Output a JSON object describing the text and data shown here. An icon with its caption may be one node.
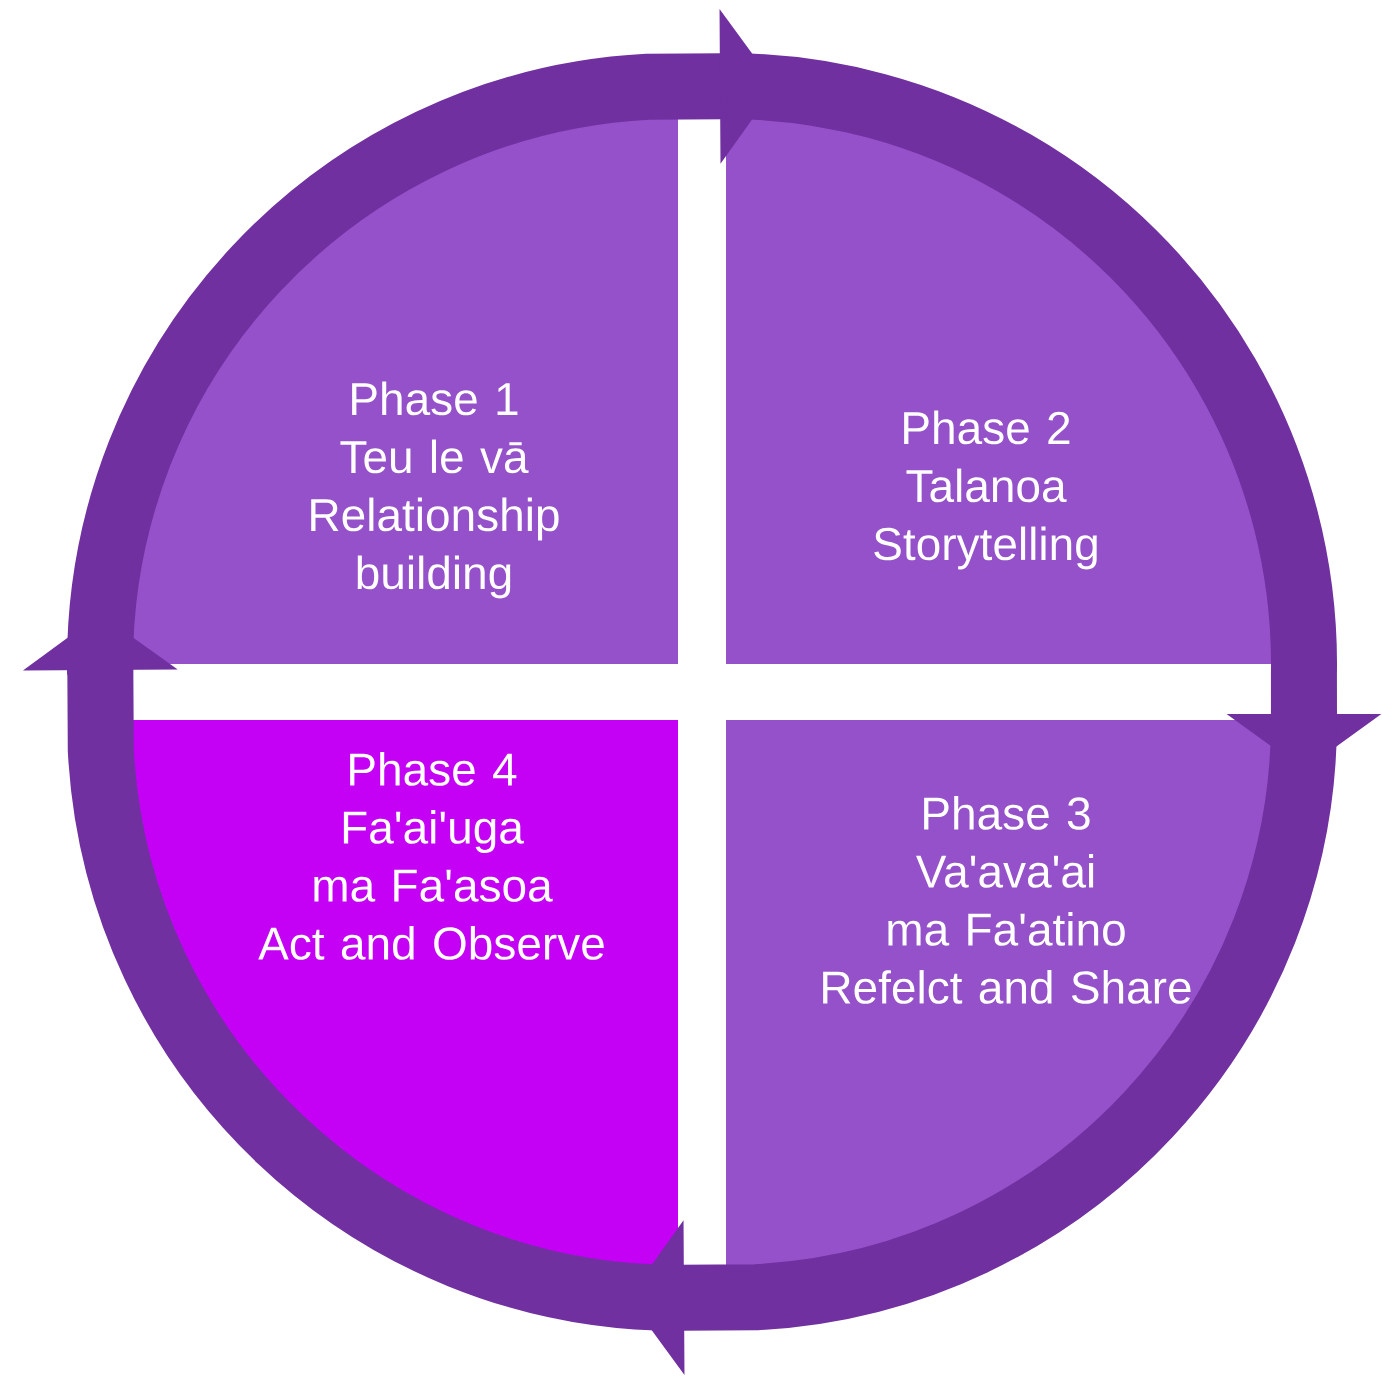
{
  "diagram": {
    "nodes": [
      {
        "text": [
          "Phase 1",
          "Teu le vā",
          "Relationship building"
        ]
      },
      {
        "text": [
          "Phase 2",
          "Talanoa",
          "Storytelling"
        ]
      },
      {
        "text": [
          "Phase 3",
          "Va'ava'ai ma Fa'atino",
          "Refelct and Share"
        ]
      },
      {
        "text": [
          "Phase 4",
          "Fa'ai'uga ma Fa'asoa",
          "Act and Observe"
        ]
      }
    ],
    "edges": [
      {
        "from": 0,
        "to": 1,
        "arrow": "to"
      },
      {
        "from": 1,
        "to": 2,
        "arrow": "to"
      },
      {
        "from": 2,
        "to": 3,
        "arrow": "to"
      },
      {
        "from": 3,
        "to": 0,
        "arrow": "to"
      }
    ]
  }
}
